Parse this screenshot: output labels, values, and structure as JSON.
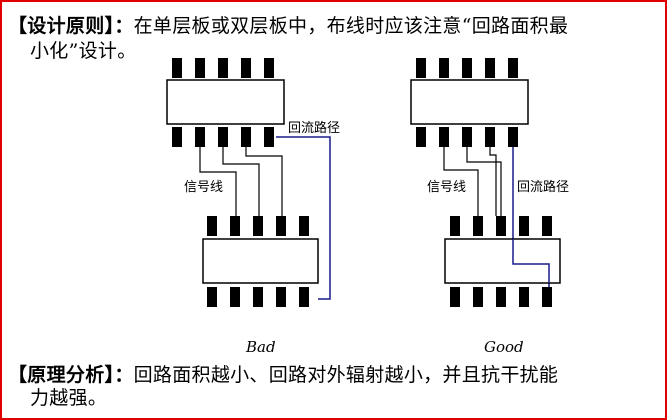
{
  "principle": {
    "heading": "【设计原则】",
    "colon": "：",
    "text_line1": "在单层板或双层板中，布线时应该注意“回路面积最",
    "text_line2": "小化”设计。"
  },
  "diagram_bad": {
    "signal_label": "信号线",
    "return_label": "回流路径",
    "caption": "Bad"
  },
  "diagram_good": {
    "signal_label": "信号线",
    "return_label": "回流路径",
    "caption": "Good"
  },
  "analysis": {
    "heading": "【原理分析】",
    "colon": "：",
    "text_line1": "回路面积越小、回路对外辐射越小，并且抗干扰能",
    "text_line2": "力越强。"
  },
  "colors": {
    "frame": "#e00000",
    "return_path": "#1a1a8c",
    "signal_trace": "#000000"
  }
}
